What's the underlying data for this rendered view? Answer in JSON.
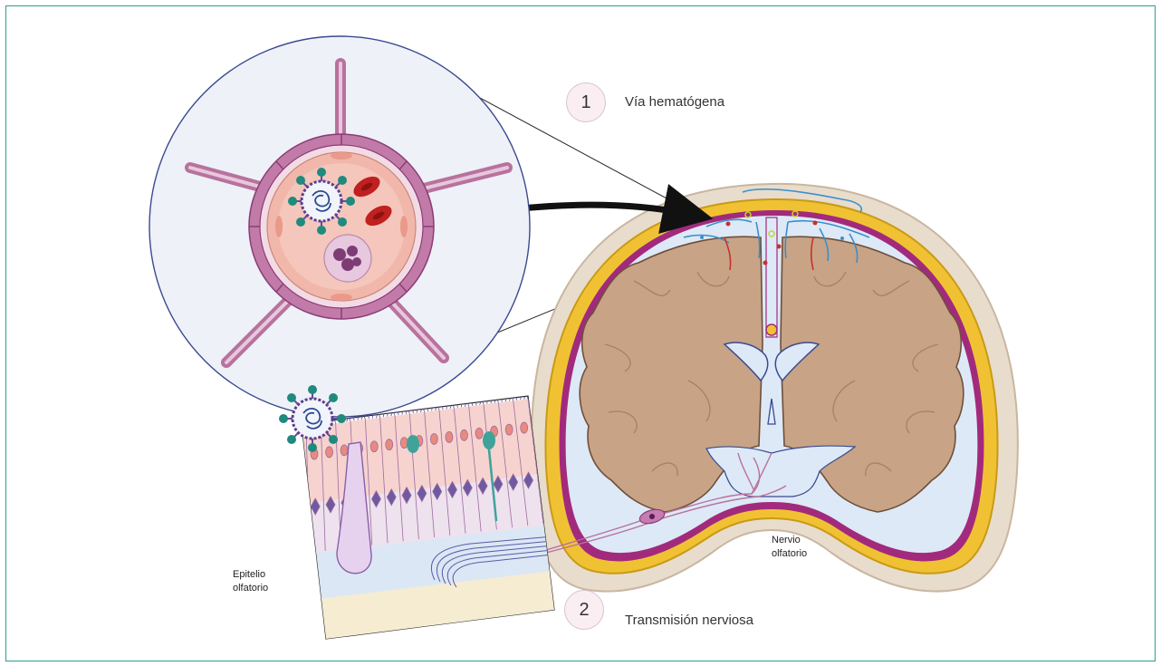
{
  "routes": [
    {
      "number": "1",
      "label": "Vía hematógena"
    },
    {
      "number": "2",
      "label": "Transmisión nerviosa"
    }
  ],
  "labels": {
    "epitelio": [
      "Epitelio",
      "olfatorio"
    ],
    "nervio": [
      "Nervio",
      "olfatorio"
    ]
  },
  "colors": {
    "frame": "#2f9c8f",
    "brain": "#c8a386",
    "vessel_wall": "#b8729e",
    "virus_spike": "#1f8a7e",
    "virus_body": "#3b4a8f"
  }
}
